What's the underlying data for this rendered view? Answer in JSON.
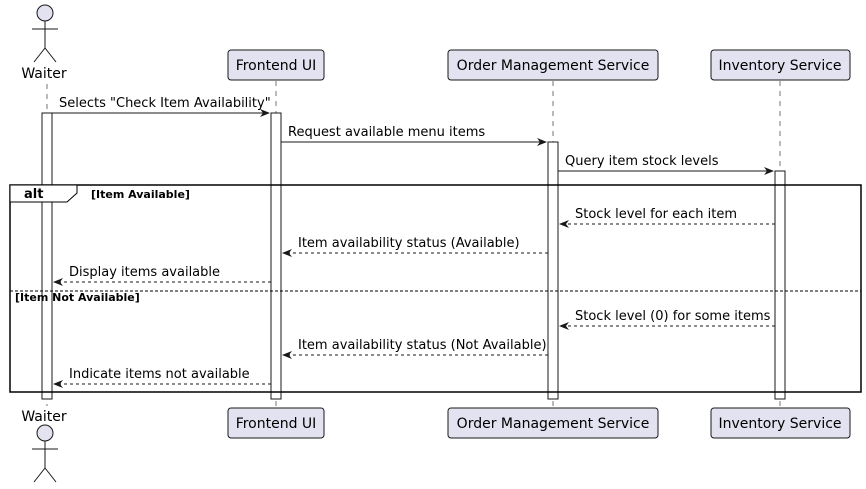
{
  "actor": {
    "name": "Waiter"
  },
  "participants": [
    {
      "name": "Frontend UI"
    },
    {
      "name": "Order Management Service"
    },
    {
      "name": "Inventory Service"
    }
  ],
  "messages": [
    {
      "text": "Selects \"Check Item Availability\"",
      "style": "solid"
    },
    {
      "text": "Request available menu items",
      "style": "solid"
    },
    {
      "text": "Query item stock levels",
      "style": "solid"
    },
    {
      "text": "Stock level for each item",
      "style": "dashed"
    },
    {
      "text": "Item availability status (Available)",
      "style": "dashed"
    },
    {
      "text": "Display items available",
      "style": "dashed"
    },
    {
      "text": "Stock level (0) for some items",
      "style": "dashed"
    },
    {
      "text": "Item availability status (Not Available)",
      "style": "dashed"
    },
    {
      "text": "Indicate items not available",
      "style": "dashed"
    }
  ],
  "fragment": {
    "keyword": "alt",
    "guard1": "[Item Available]",
    "guard2": "[Item Not Available]"
  },
  "colors": {
    "participant_fill": "#e2e2f0",
    "participant_border": "#181818",
    "line": "#181818"
  }
}
